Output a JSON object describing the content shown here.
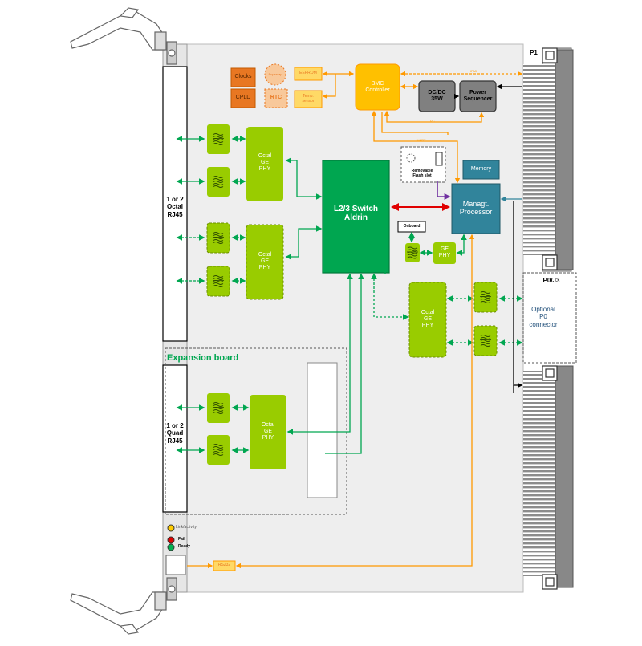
{
  "colors": {
    "board": "#eeeeee",
    "green_dark": "#00a650",
    "green_light": "#99cc00",
    "orange": "#ff9900",
    "orange_fill": "#ffd966",
    "blue": "#31849b",
    "red": "#e00000",
    "purple": "#7030a0",
    "gray": "#8c8c8c",
    "black": "#000000"
  },
  "labels": {
    "p1": "P1",
    "p0_j3": "P0/J3",
    "optional_p0": "Optional\nP0\nconnector",
    "expansion_board": "Expansion board",
    "rj45_octal": "1 or 2\nOctal\nRJ45",
    "rj45_quad": "1 or 2\nQuad\nRJ45",
    "octal_ge_phy": "Octal\nGE\nPHY",
    "ge_phy": "GE\nPHY",
    "switch": "L2/3 Switch\nAldrin",
    "managt_processor": "Managt.\nProcessor",
    "memory": "Memory",
    "bmc": "BMC\nController",
    "dcdc": "DC/DC\n35W",
    "power_seq": "Power\nSequencer",
    "clocks": "Clocks",
    "cpld": "CPLD",
    "supercap": "Supercap",
    "rtc": "RTC",
    "eeprom": "EEPROM",
    "temp_sensor": "Temp.\nsensor",
    "ipmi": "IPMI",
    "i2c": "I2C",
    "uart": "UART",
    "flash_slot": "Removable\nFlash slot",
    "onboard": "Onboard",
    "rs232": "RS232",
    "link_activity": "Link/activity",
    "fail": "Fail",
    "ready": "Ready"
  },
  "icons": [
    "transformer-icon",
    "ejector-handle-icon",
    "led-icon",
    "connector-pins-icon",
    "screw-icon"
  ]
}
